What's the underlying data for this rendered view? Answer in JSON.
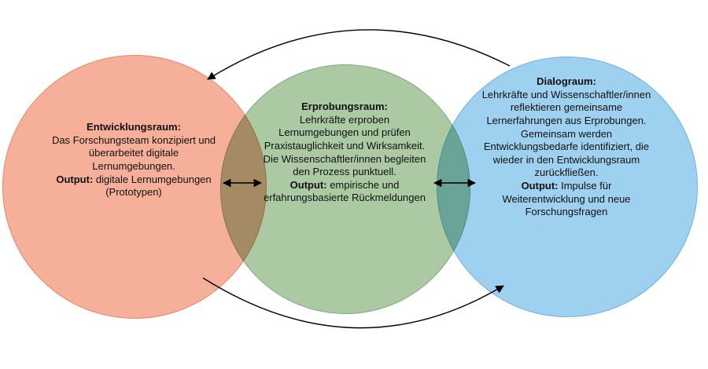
{
  "diagram": {
    "background": "#ffffff",
    "arrow_color": "#000000",
    "text_color": "#111111",
    "circles": [
      {
        "name": "Entwicklungsraum",
        "title": "Entwicklungsraum:",
        "body": "Das Forschungsteam konzipiert und überarbeitet digitale Lernumgebungen.",
        "output_label": "Output:",
        "output_text": "digitale Lernumgebungen (Prototypen)",
        "fill": "#f6b09a",
        "border": "#dd8a6e"
      },
      {
        "name": "Erprobungsraum",
        "title": "Erprobungsraum:",
        "body": "Lehrkräfte erproben Lernumgebungen und prüfen Praxistauglichkeit und Wirksamkeit. Die Wissenschaftler/innen begleiten den Prozess punktuell.",
        "output_label": "Output:",
        "output_text": "empirische und erfahrungsbasierte Rückmeldungen",
        "fill": "#abc9a3",
        "border": "#84a87e"
      },
      {
        "name": "Dialograum",
        "title": "Dialograum:",
        "body": "Lehrkräfte und Wissenschaftler/innen reflektieren gemeinsame Lernerfahrungen aus Erprobungen. Gemeinsam werden Entwicklungsbedarfe identifiziert, die wieder in den Entwicklungsraum zurückfließen.",
        "output_label": "Output:",
        "output_text": "Impulse für Weiterentwicklung und neue Forschungsfragen",
        "fill": "#9ed0ef",
        "border": "#6fb3d8"
      }
    ]
  }
}
